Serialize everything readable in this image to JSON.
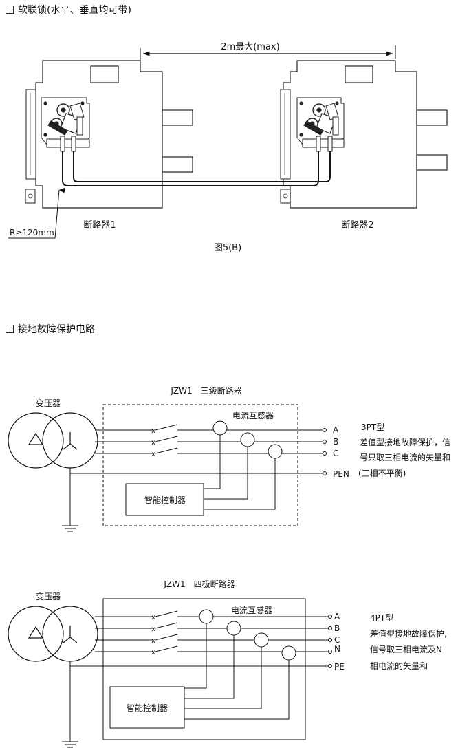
{
  "section1": {
    "title": "软联锁(水平、垂直均可带)",
    "distance_label": "2m最大(max)",
    "breaker1_label": "断路器1",
    "breaker2_label": "断路器2",
    "radius_label": "R≥120mm",
    "caption": "图5(B)"
  },
  "section2": {
    "title": "接地故障保护电路"
  },
  "diagram3pole": {
    "title": "JZW1　三级断路器",
    "transformer_label": "变压器",
    "ct_label": "电流互感器",
    "controller_label": "智能控制器",
    "switch_mark": "x",
    "terminals": [
      "A",
      "B",
      "C",
      "PEN"
    ],
    "desc": [
      "3PT型",
      "差值型接地故障保护，信",
      "号只取三相电流的矢量和",
      "(三相不平衡)"
    ]
  },
  "diagram4pole": {
    "title": "JZW1　四极断路器",
    "transformer_label": "变压器",
    "ct_label": "电流互感器",
    "controller_label": "智能控制器",
    "switch_mark": "x",
    "terminals": [
      "A",
      "B",
      "C",
      "N",
      "PE"
    ],
    "desc": [
      "4PT型",
      "差值型接地故障保护,",
      "信号取三相电流及N",
      "相电流的矢量和"
    ]
  }
}
